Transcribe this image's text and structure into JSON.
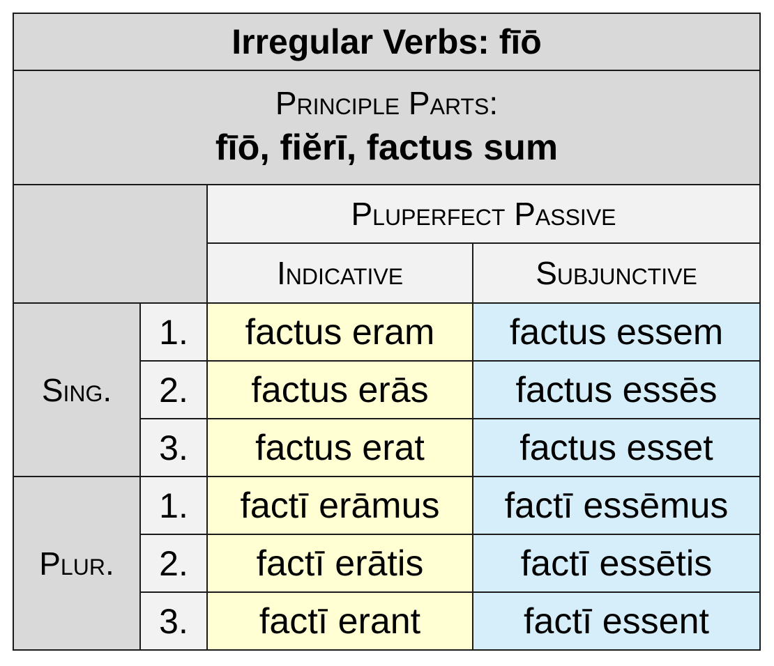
{
  "title": "Irregular Verbs: fīō",
  "principal_parts": {
    "label": "Principle Parts:",
    "forms": "fīō, fiĕrī, factus sum"
  },
  "tense_header": "Pluperfect Passive",
  "mood_headers": {
    "indicative": "Indicative",
    "subjunctive": "Subjunctive"
  },
  "groups": {
    "singular": {
      "label": "Sing.",
      "rows": [
        {
          "person": "1.",
          "indicative": "factus eram",
          "subjunctive": "factus essem"
        },
        {
          "person": "2.",
          "indicative": "factus erās",
          "subjunctive": "factus essēs"
        },
        {
          "person": "3.",
          "indicative": "factus erat",
          "subjunctive": "factus esset"
        }
      ]
    },
    "plural": {
      "label": "Plur.",
      "rows": [
        {
          "person": "1.",
          "indicative": "factī erāmus",
          "subjunctive": "factī essēmus"
        },
        {
          "person": "2.",
          "indicative": "factī erātis",
          "subjunctive": "factī essētis"
        },
        {
          "person": "3.",
          "indicative": "factī erant",
          "subjunctive": "factī essent"
        }
      ]
    }
  },
  "colors": {
    "header_gray": "#d9d9d9",
    "light_gray": "#f2f2f2",
    "indicative_yellow": "#ffffd3",
    "subjunctive_blue": "#d6eefa"
  }
}
